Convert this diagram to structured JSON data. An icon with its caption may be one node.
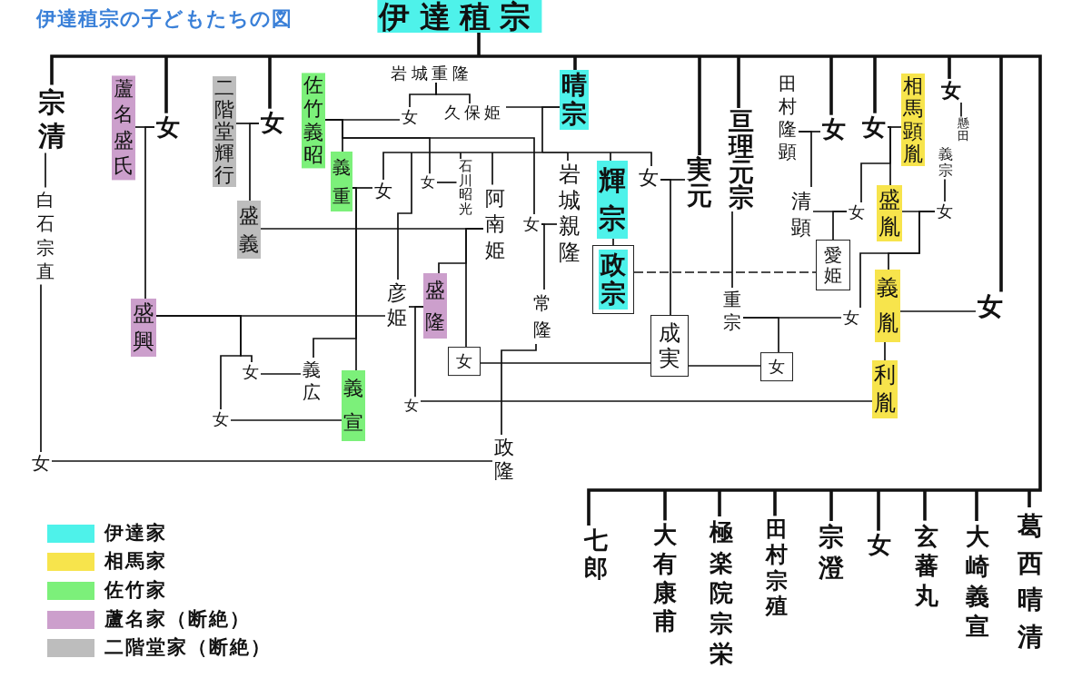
{
  "diagram": {
    "title": "伊達稙宗の子どもたちの図",
    "nodes": [
      {
        "text": [
          "伊達稙宗"
        ]
      },
      {
        "text": [
          "宗清"
        ]
      },
      {
        "text": [
          "蘆名盛氏"
        ]
      },
      {
        "text": [
          "女"
        ]
      },
      {
        "text": [
          "二階堂輝行"
        ]
      },
      {
        "text": [
          "女"
        ]
      },
      {
        "text": [
          "佐竹義昭"
        ]
      },
      {
        "text": [
          "岩城重隆"
        ]
      },
      {
        "text": [
          "女"
        ]
      },
      {
        "text": [
          "久保姫"
        ]
      },
      {
        "text": [
          "晴宗"
        ]
      },
      {
        "text": [
          "実元"
        ]
      },
      {
        "text": [
          "亘理元宗"
        ]
      },
      {
        "text": [
          "田村隆顕"
        ]
      },
      {
        "text": [
          "女"
        ]
      },
      {
        "text": [
          "女"
        ]
      },
      {
        "text": [
          "相馬顕胤"
        ]
      },
      {
        "text": [
          "女"
        ]
      },
      {
        "text": [
          "懸田",
          "義宗"
        ]
      },
      {
        "text": [
          "白石宗直"
        ]
      },
      {
        "text": [
          "義重"
        ]
      },
      {
        "text": [
          "女"
        ]
      },
      {
        "text": [
          "女"
        ]
      },
      {
        "text": [
          "石川昭光"
        ]
      },
      {
        "text": [
          "阿南姫"
        ]
      },
      {
        "text": [
          "女"
        ]
      },
      {
        "text": [
          "岩城親隆"
        ]
      },
      {
        "text": [
          "輝宗"
        ]
      },
      {
        "text": [
          "女"
        ]
      },
      {
        "text": [
          "清顕"
        ]
      },
      {
        "text": [
          "女"
        ]
      },
      {
        "text": [
          "盛胤"
        ]
      },
      {
        "text": [
          "女"
        ]
      },
      {
        "text": [
          "盛義"
        ]
      },
      {
        "text": [
          "政宗"
        ]
      },
      {
        "text": [
          "愛姫"
        ]
      },
      {
        "text": [
          "彦姫"
        ]
      },
      {
        "text": [
          "盛隆"
        ]
      },
      {
        "text": [
          "常隆"
        ]
      },
      {
        "text": [
          "成実"
        ]
      },
      {
        "text": [
          "重宗"
        ]
      },
      {
        "text": [
          "女"
        ]
      },
      {
        "text": [
          "義胤"
        ]
      },
      {
        "text": [
          "女"
        ]
      },
      {
        "text": [
          "盛興"
        ]
      },
      {
        "text": [
          "女"
        ]
      },
      {
        "text": [
          "女"
        ]
      },
      {
        "text": [
          "女"
        ]
      },
      {
        "text": [
          "義広"
        ]
      },
      {
        "text": [
          "義宣"
        ]
      },
      {
        "text": [
          "利胤"
        ]
      },
      {
        "text": [
          "女"
        ]
      },
      {
        "text": [
          "女"
        ]
      },
      {
        "text": [
          "女"
        ]
      },
      {
        "text": [
          "政隆"
        ]
      },
      {
        "text": [
          "七郎"
        ]
      },
      {
        "text": [
          "大有康甫"
        ]
      },
      {
        "text": [
          "極楽院宗栄"
        ]
      },
      {
        "text": [
          "田村宗殖"
        ]
      },
      {
        "text": [
          "宗澄"
        ]
      },
      {
        "text": [
          "女"
        ]
      },
      {
        "text": [
          "玄蕃丸"
        ]
      },
      {
        "text": [
          "大崎義宣"
        ]
      },
      {
        "text": [
          "葛西晴清"
        ]
      }
    ],
    "edges": [
      {
        "from": 0,
        "to": 1,
        "arrow": "none",
        "style": "thick"
      },
      {
        "from": 0,
        "to": 3,
        "arrow": "none",
        "style": "thick"
      },
      {
        "from": 0,
        "to": 5,
        "arrow": "none",
        "style": "thick"
      },
      {
        "from": 0,
        "to": 10,
        "arrow": "none",
        "style": "thick"
      },
      {
        "from": 0,
        "to": 11,
        "arrow": "none",
        "style": "thick"
      },
      {
        "from": 0,
        "to": 12,
        "arrow": "none",
        "style": "thick"
      },
      {
        "from": 0,
        "to": 14,
        "arrow": "none",
        "style": "thick"
      },
      {
        "from": 0,
        "to": 15,
        "arrow": "none",
        "style": "thick"
      },
      {
        "from": 0,
        "to": 17,
        "arrow": "none",
        "style": "thick"
      },
      {
        "from": 0,
        "to": 43,
        "arrow": "none",
        "style": "thick"
      },
      {
        "from": 0,
        "to": 55,
        "arrow": "none",
        "style": "thick"
      },
      {
        "from": 0,
        "to": 56,
        "arrow": "none",
        "style": "thick"
      },
      {
        "from": 0,
        "to": 57,
        "arrow": "none",
        "style": "thick"
      },
      {
        "from": 0,
        "to": 58,
        "arrow": "none",
        "style": "thick"
      },
      {
        "from": 0,
        "to": 59,
        "arrow": "none",
        "style": "thick"
      },
      {
        "from": 0,
        "to": 60,
        "arrow": "none",
        "style": "thick"
      },
      {
        "from": 0,
        "to": 61,
        "arrow": "none",
        "style": "thick"
      },
      {
        "from": 0,
        "to": 62,
        "arrow": "none",
        "style": "thick"
      },
      {
        "from": 0,
        "to": 63,
        "arrow": "none",
        "style": "thick"
      },
      {
        "from": 1,
        "to": 19,
        "arrow": "none"
      },
      {
        "from": 19,
        "to": 53,
        "arrow": "none"
      },
      {
        "from": 53,
        "to": 54,
        "arrow": "none"
      },
      {
        "from": 3,
        "to": 2,
        "arrow": "none"
      },
      {
        "from": 3,
        "to": 44,
        "arrow": "none"
      },
      {
        "from": 5,
        "to": 4,
        "arrow": "none"
      },
      {
        "from": 5,
        "to": 33,
        "arrow": "none"
      },
      {
        "from": 6,
        "to": 8,
        "arrow": "none"
      },
      {
        "from": 7,
        "to": 8,
        "arrow": "none"
      },
      {
        "from": 7,
        "to": 9,
        "arrow": "none"
      },
      {
        "from": 9,
        "to": 10,
        "arrow": "none"
      },
      {
        "from": 10,
        "to": 21,
        "arrow": "none"
      },
      {
        "from": 10,
        "to": 36,
        "arrow": "none"
      },
      {
        "from": 10,
        "to": 23,
        "arrow": "none"
      },
      {
        "from": 10,
        "to": 24,
        "arrow": "none"
      },
      {
        "from": 10,
        "to": 26,
        "arrow": "none"
      },
      {
        "from": 10,
        "to": 27,
        "arrow": "none"
      },
      {
        "from": 10,
        "to": 28,
        "arrow": "none"
      },
      {
        "from": 20,
        "to": 21,
        "arrow": "none"
      },
      {
        "from": 6,
        "to": 20,
        "arrow": "none"
      },
      {
        "from": 6,
        "to": 22,
        "arrow": "none"
      },
      {
        "from": 6,
        "to": 25,
        "arrow": "none"
      },
      {
        "from": 22,
        "to": 23,
        "arrow": "none"
      },
      {
        "from": 25,
        "to": 26,
        "arrow": "none"
      },
      {
        "from": 25,
        "to": 38,
        "arrow": "none"
      },
      {
        "from": 33,
        "to": 24,
        "arrow": "none"
      },
      {
        "from": 24,
        "to": 37,
        "arrow": "none"
      },
      {
        "from": 24,
        "to": 45,
        "arrow": "none"
      },
      {
        "from": 20,
        "to": 48,
        "arrow": "none"
      },
      {
        "from": 20,
        "to": 49,
        "arrow": "none"
      },
      {
        "from": 44,
        "to": 36,
        "arrow": "none"
      },
      {
        "from": 44,
        "to": 47,
        "arrow": "none"
      },
      {
        "from": 44,
        "to": 51,
        "arrow": "none"
      },
      {
        "from": 36,
        "to": 37,
        "arrow": "none"
      },
      {
        "from": 37,
        "to": 52,
        "arrow": "none"
      },
      {
        "from": 47,
        "to": 48,
        "arrow": "none"
      },
      {
        "from": 51,
        "to": 49,
        "arrow": "none"
      },
      {
        "from": 52,
        "to": 50,
        "arrow": "none"
      },
      {
        "from": 45,
        "to": 39,
        "arrow": "none"
      },
      {
        "from": 39,
        "to": 46,
        "arrow": "none"
      },
      {
        "from": 38,
        "to": 54,
        "arrow": "none"
      },
      {
        "from": 27,
        "to": 34,
        "arrow": "none"
      },
      {
        "from": 34,
        "to": 35,
        "arrow": "none",
        "style": "dashed"
      },
      {
        "from": 28,
        "to": 11,
        "arrow": "none"
      },
      {
        "from": 28,
        "to": 39,
        "arrow": "none"
      },
      {
        "from": 12,
        "to": 40,
        "arrow": "none"
      },
      {
        "from": 40,
        "to": 41,
        "arrow": "none"
      },
      {
        "from": 40,
        "to": 46,
        "arrow": "none"
      },
      {
        "from": 13,
        "to": 14,
        "arrow": "none"
      },
      {
        "from": 13,
        "to": 29,
        "arrow": "none"
      },
      {
        "from": 15,
        "to": 16,
        "arrow": "none"
      },
      {
        "from": 15,
        "to": 30,
        "arrow": "none"
      },
      {
        "from": 15,
        "to": 31,
        "arrow": "none"
      },
      {
        "from": 29,
        "to": 30,
        "arrow": "none"
      },
      {
        "from": 30,
        "to": 35,
        "arrow": "none"
      },
      {
        "from": 17,
        "to": 18,
        "arrow": "none"
      },
      {
        "from": 18,
        "to": 32,
        "arrow": "none"
      },
      {
        "from": 31,
        "to": 32,
        "arrow": "none"
      },
      {
        "from": 32,
        "to": 41,
        "arrow": "none"
      },
      {
        "from": 32,
        "to": 42,
        "arrow": "none"
      },
      {
        "from": 42,
        "to": 43,
        "arrow": "none"
      },
      {
        "from": 42,
        "to": 50,
        "arrow": "none"
      }
    ],
    "legend": [
      {
        "text": "伊達家",
        "color": "#4ef2ea"
      },
      {
        "text": "相馬家",
        "color": "#f7e44c"
      },
      {
        "text": "佐竹家",
        "color": "#7cf07a"
      },
      {
        "text": "蘆名家（断絶）",
        "color": "#cc9fcc"
      },
      {
        "text": "二階堂家（断絶）",
        "color": "#bdbdbd"
      }
    ]
  }
}
